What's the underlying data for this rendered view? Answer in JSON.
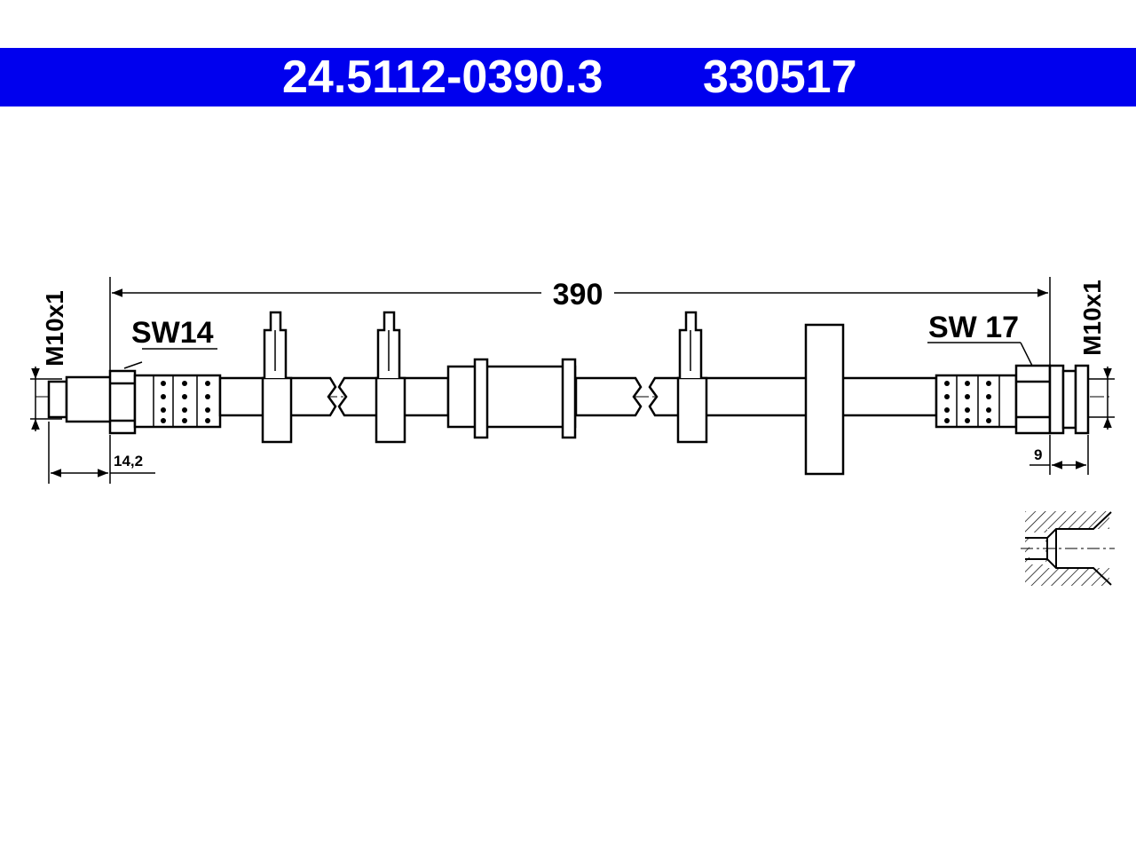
{
  "header": {
    "part_number": "24.5112-0390.3",
    "ref_number": "330517",
    "background": "#0000ee",
    "text_color": "#ffffff"
  },
  "drawing": {
    "length": "390",
    "thread_left": "M10x1",
    "thread_right": "M10x1",
    "wrench_left": "SW14",
    "wrench_right": "SW 17",
    "dim_left_fitting": "14,2",
    "dim_right_fitting": "9",
    "line_color": "#000000"
  }
}
